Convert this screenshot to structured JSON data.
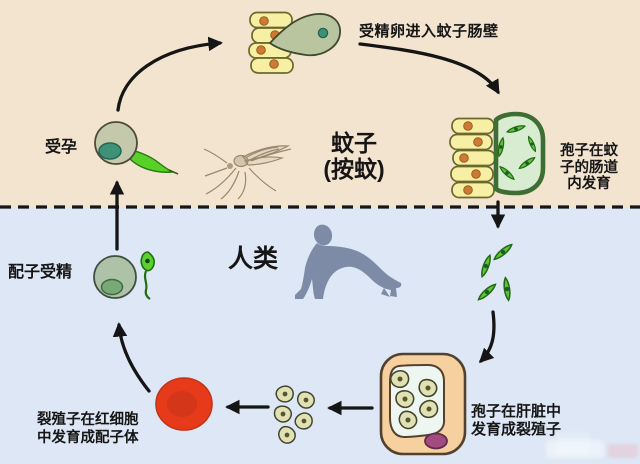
{
  "regions": {
    "mosquito_title_line1": "蚊子",
    "mosquito_title_line2": "(按蚊)",
    "human_label": "人类"
  },
  "labels": {
    "conception": "受孕",
    "egg_enters_gut_wall": "受精卵进入蚊子肠壁",
    "spore_develop_gut_line1": "孢子在蚊",
    "spore_develop_gut_line2": "子的肠道",
    "spore_develop_gut_line3": "内发育",
    "gamete_fertilization": "配子受精",
    "merozoite_rbc_line1": "裂殖子在红细胞",
    "merozoite_rbc_line2": "中发育成配子体",
    "spore_liver_line1": "孢子在肝脏中",
    "spore_liver_line2": "发育成裂殖子"
  },
  "colors": {
    "top_background": "#f3e4d0",
    "bottom_background": "#dde7f5",
    "arrow": "#151515",
    "cell_yellow": "#f7f0a4",
    "dot_orange": "#cc7b33",
    "ookinete_green": "#b9c59e",
    "cyst_border_green": "#3e6e33",
    "cyst_fill": "#d8ecd2",
    "sporozoite_green": "#5ec23c",
    "zygote_fill": "#c5c9ac",
    "gamete_cell_fill": "#adc2a6",
    "flagellum_green": "#58d028",
    "red_blood_cell": "#e63a1b",
    "liver_cell_fill": "#f7d0a0",
    "liver_inner_fill": "#edf6f1",
    "merozoite_fill": "#e0e1b4",
    "nucleus_purple": "#a34b7e",
    "human_silhouette": "#7d8ba6",
    "mosquito_sketch": "#8f7f63"
  }
}
